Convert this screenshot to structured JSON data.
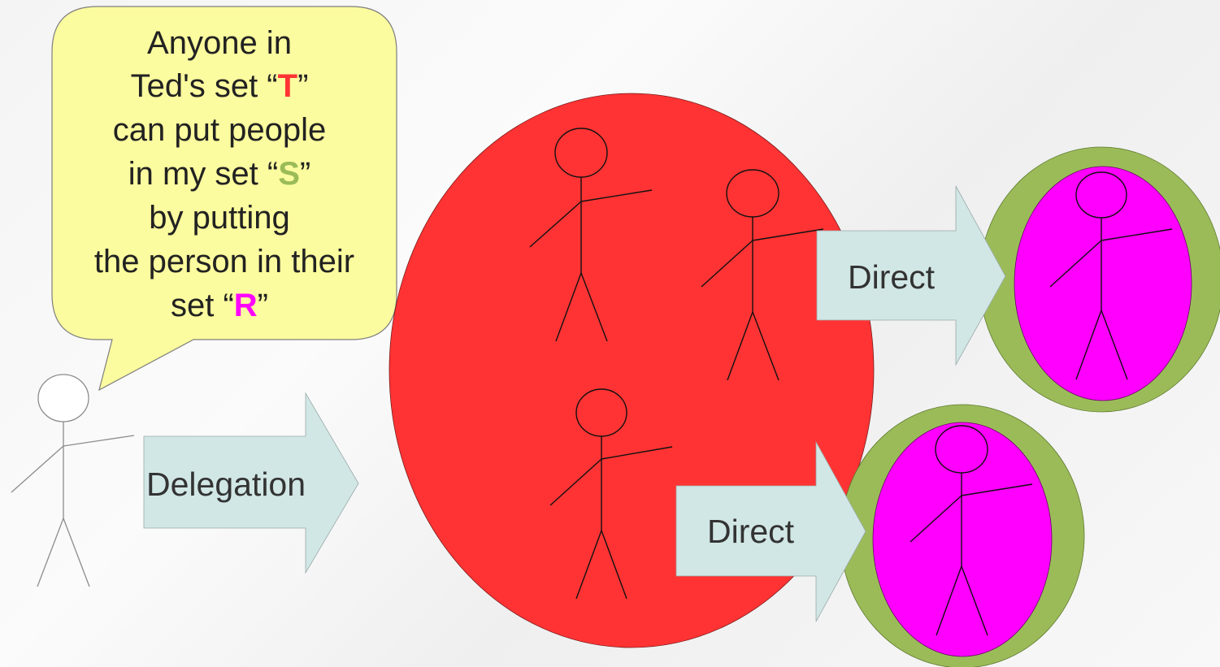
{
  "speech_bubble": {
    "line1": "Anyone in",
    "line2_pre": "Ted's set “",
    "line2_key": "T",
    "line2_post": "”",
    "line3": "can put people",
    "line4_pre": "in my set “",
    "line4_key": "S",
    "line4_post": "”",
    "line5": "by putting",
    "line6": "the person in their",
    "line7_pre": "set “",
    "line7_key": "R",
    "line7_post": "”"
  },
  "arrows": {
    "delegation": "Delegation",
    "direct_top": "Direct",
    "direct_bottom": "Direct"
  },
  "colors": {
    "set_T": "#ff3333",
    "set_S": "#9bbb59",
    "set_R": "#ff00ff",
    "arrow_fill": "#d1e7e5",
    "bubble_fill": "#fbfb9f"
  }
}
